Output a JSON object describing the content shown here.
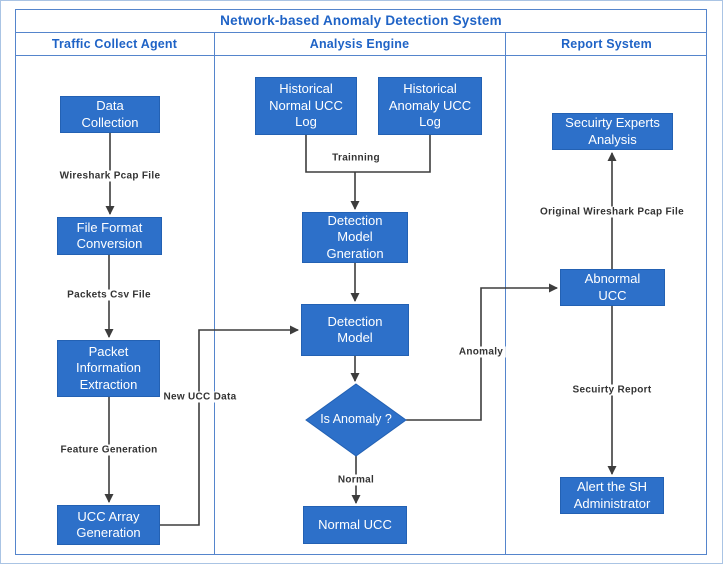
{
  "title": "Network-based Anomaly Detection System",
  "lanes": [
    {
      "label": "Traffic Collect Agent"
    },
    {
      "label": "Analysis Engine"
    },
    {
      "label": "Report System"
    }
  ],
  "nodes": {
    "data_collection": {
      "label": "Data\nCollection",
      "type": "process",
      "lane": "Traffic Collect Agent"
    },
    "file_format_conversion": {
      "label": "File Format\nConversion",
      "type": "process",
      "lane": "Traffic Collect Agent"
    },
    "packet_information_extraction": {
      "label": "Packet\nInformation\nExtraction",
      "type": "process",
      "lane": "Traffic Collect Agent"
    },
    "ucc_array_generation": {
      "label": "UCC Array\nGeneration",
      "type": "process",
      "lane": "Traffic Collect Agent"
    },
    "historical_normal_ucc_log": {
      "label": "Historical\nNormal UCC\nLog",
      "type": "process",
      "lane": "Analysis Engine"
    },
    "historical_anomaly_ucc_log": {
      "label": "Historical\nAnomaly UCC\nLog",
      "type": "process",
      "lane": "Analysis Engine"
    },
    "detection_model_gneration": {
      "label": "Detection\nModel\nGneration",
      "type": "process",
      "lane": "Analysis Engine"
    },
    "detection_model": {
      "label": "Detection\nModel",
      "type": "process",
      "lane": "Analysis Engine"
    },
    "is_anomaly": {
      "label": "Is Anomaly ?",
      "type": "decision",
      "lane": "Analysis Engine"
    },
    "normal_ucc": {
      "label": "Normal UCC",
      "type": "process",
      "lane": "Analysis Engine"
    },
    "secuirty_experts_analysis": {
      "label": "Secuirty Experts\nAnalysis",
      "type": "process",
      "lane": "Report System"
    },
    "abnormal_ucc": {
      "label": "Abnormal\nUCC",
      "type": "process",
      "lane": "Report System"
    },
    "alert_the_sh_administrator": {
      "label": "Alert the SH\nAdministrator",
      "type": "process",
      "lane": "Report System"
    }
  },
  "edge_labels": {
    "wireshark_pcap_file": "Wireshark Pcap File",
    "packets_csv_file": "Packets Csv File",
    "feature_generation": "Feature Generation",
    "new_ucc_data": "New UCC Data",
    "trainning": "Trainning",
    "normal": "Normal",
    "anomaly": "Anomaly",
    "original_wireshark_pcap_file": "Original Wireshark Pcap File",
    "secuirty_report": "Secuirty Report"
  },
  "colors": {
    "node_fill": "#2d70c9",
    "node_border": "#2361b3",
    "frame_border": "#5585cc",
    "canvas_edge": "#aac4e4",
    "heading_text": "#1f63c6",
    "connector": "#3d3d3d",
    "edge_label_text": "#333333",
    "node_text": "#ffffff"
  }
}
